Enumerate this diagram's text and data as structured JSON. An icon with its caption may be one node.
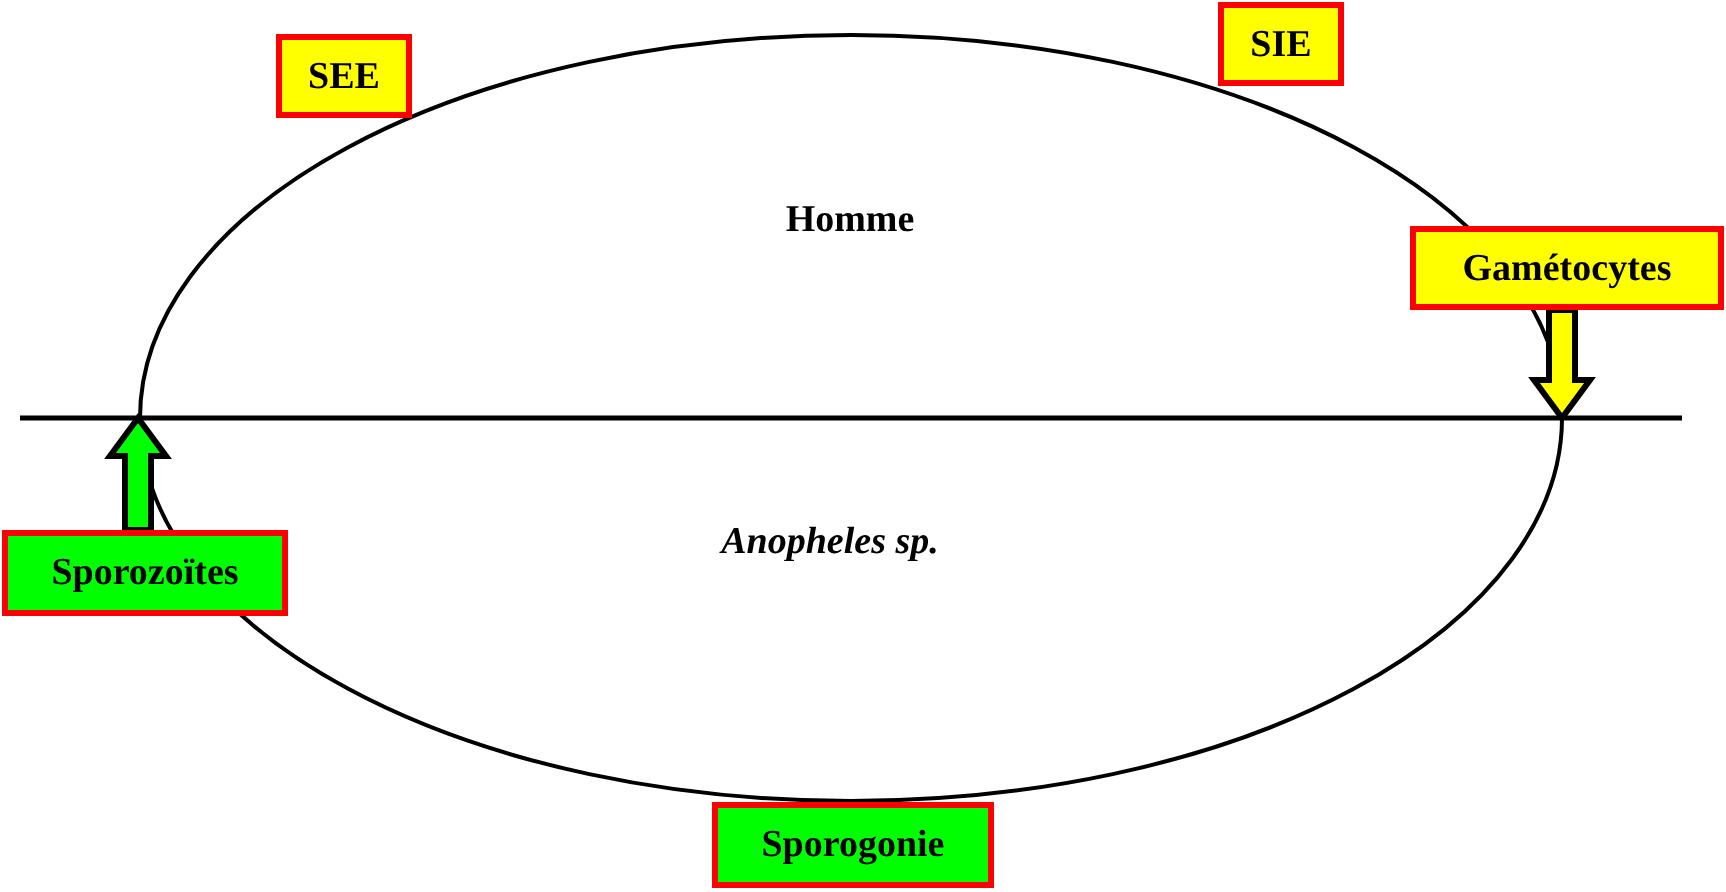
{
  "diagram": {
    "nodes": [
      {
        "text": [
          "SEE"
        ]
      },
      {
        "text": [
          "SIE"
        ]
      },
      {
        "text": [
          "Gamétocytes"
        ]
      },
      {
        "text": [
          "Sporozoïtes"
        ]
      },
      {
        "text": [
          "Sporogonie"
        ]
      }
    ],
    "edges": [
      {
        "from": 2,
        "to": null,
        "arrow": "to",
        "style": "thick",
        "color": "#ffff00"
      },
      {
        "from": 3,
        "to": null,
        "arrow": "to",
        "style": "thick",
        "color": "#00ff00"
      }
    ],
    "labels": [
      "Homme",
      "Anopheles sp."
    ]
  }
}
